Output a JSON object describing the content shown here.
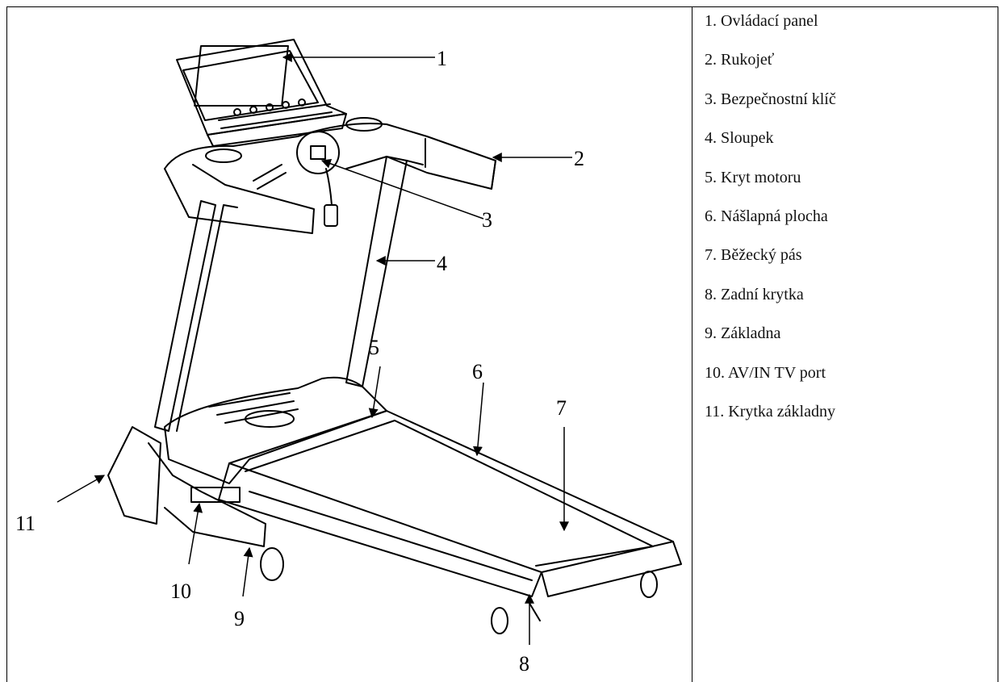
{
  "callouts": [
    "1",
    "2",
    "3",
    "4",
    "5",
    "6",
    "7",
    "8",
    "9",
    "10",
    "11"
  ],
  "legend": [
    "1. Ovládací panel",
    "2. Rukojeť",
    "3. Bezpečnostní klíč",
    "4. Sloupek",
    "5. Kryt motoru",
    "6. Nášlapná plocha",
    "7. Běžecký pás",
    "8. Zadní krytka",
    "9. Základna",
    "10. AV/IN TV port",
    "11. Krytka základny"
  ],
  "colors": {
    "line": "#000000",
    "background": "#ffffff"
  }
}
